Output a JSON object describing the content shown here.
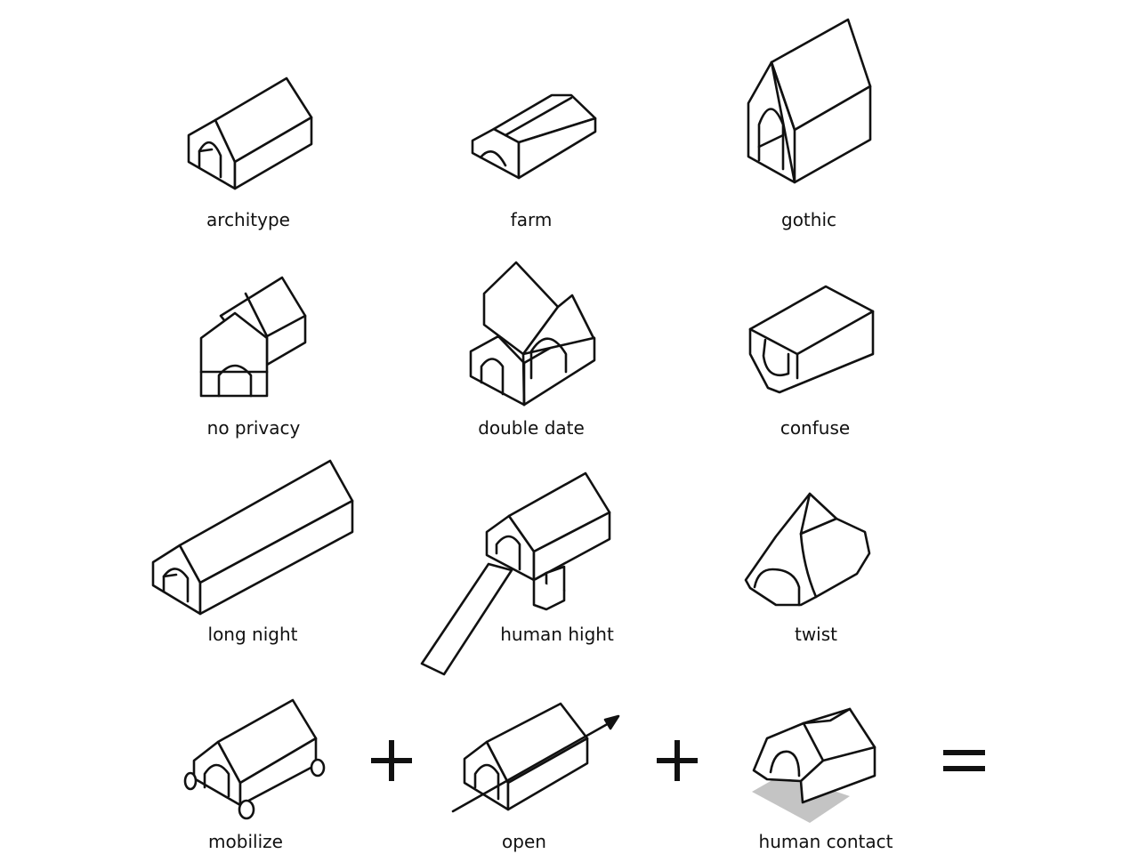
{
  "diagram": {
    "items": [
      {
        "label": "architype"
      },
      {
        "label": "farm"
      },
      {
        "label": "gothic"
      },
      {
        "label": "no privacy"
      },
      {
        "label": "double date"
      },
      {
        "label": "confuse"
      },
      {
        "label": "long night"
      },
      {
        "label": "human hight"
      },
      {
        "label": "twist"
      },
      {
        "label": "mobilize"
      },
      {
        "label": "open"
      },
      {
        "label": "human contact"
      }
    ],
    "operators": [
      "+",
      "+",
      "="
    ]
  }
}
